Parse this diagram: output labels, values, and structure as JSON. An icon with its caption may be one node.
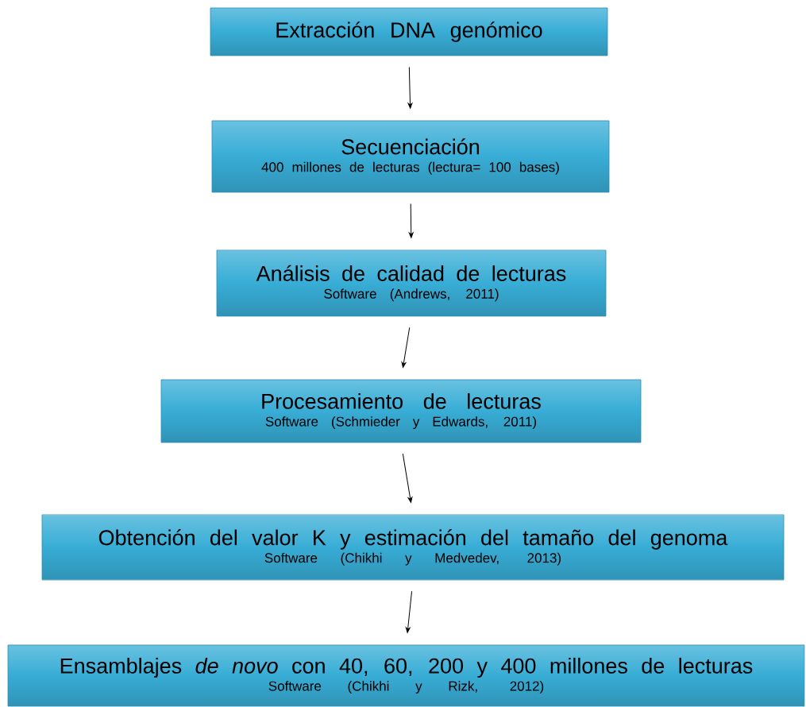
{
  "diagram": {
    "nodes": [
      {
        "text": [
          "Extracción DNA genómico"
        ]
      },
      {
        "text": [
          "Secuenciación",
          "400 millones de lecturas (lectura= 100 bases)"
        ]
      },
      {
        "text": [
          "Análisis de calidad de lecturas",
          "Software (Andrews, 2011)"
        ]
      },
      {
        "text": [
          "Procesamiento de lecturas",
          "Software (Schmieder y Edwards, 2011)"
        ]
      },
      {
        "text": [
          "Obtención del valor K y estimación del tamaño del genoma",
          "Software (Chikhi y Medvedev, 2013)"
        ]
      },
      {
        "text": [
          "Ensamblajes *de novo* con 40, 60, 200 y 400 millones de lecturas",
          "Software (Chikhi y Rizk, 2012)"
        ]
      }
    ],
    "edges": [
      {
        "from": 0,
        "to": 1,
        "arrow": "to"
      },
      {
        "from": 1,
        "to": 2,
        "arrow": "to"
      },
      {
        "from": 2,
        "to": 3,
        "arrow": "to"
      },
      {
        "from": 3,
        "to": 4,
        "arrow": "to"
      },
      {
        "from": 4,
        "to": 5,
        "arrow": "to"
      }
    ]
  }
}
